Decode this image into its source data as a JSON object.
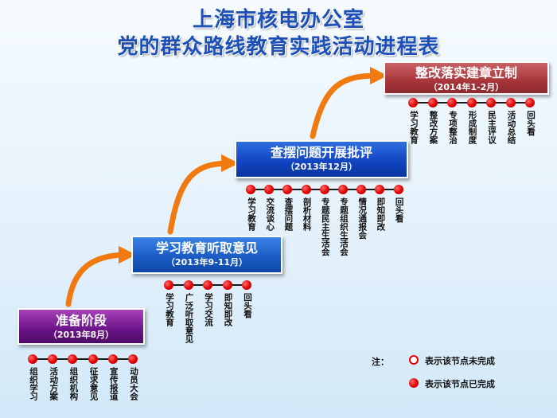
{
  "title": {
    "line1": "上海市核电办公室",
    "line2": "党的群众路线教育实践活动进程表"
  },
  "colors": {
    "title": "#1d4fb8",
    "arrow": "#f07a10",
    "node_done": "#e00000",
    "stage1": "#6a1488",
    "stage2": "#1a5dc6",
    "stage3": "#1245c2",
    "stage4": "#a8353a"
  },
  "stages": [
    {
      "name": "准备阶段",
      "period": "（2013年8月）",
      "nodes": [
        {
          "label": "组织学习",
          "status": "done"
        },
        {
          "label": "活动方案",
          "status": "done"
        },
        {
          "label": "组织机构",
          "status": "done"
        },
        {
          "label": "征求意见",
          "status": "done"
        },
        {
          "label": "宣传报道",
          "status": "done"
        },
        {
          "label": "动员大会",
          "status": "done"
        }
      ]
    },
    {
      "name": "学习教育听取意见",
      "period": "（2013年9-11月）",
      "nodes": [
        {
          "label": "学习教育",
          "status": "done"
        },
        {
          "label": "广泛听取意见",
          "status": "done"
        },
        {
          "label": "学习交流",
          "status": "done"
        },
        {
          "label": "即知即改",
          "status": "done"
        },
        {
          "label": "回头看",
          "status": "done"
        }
      ]
    },
    {
      "name": "查摆问题开展批评",
      "period": "（2013年12月）",
      "nodes": [
        {
          "label": "学习教育",
          "status": "done"
        },
        {
          "label": "交流谈心",
          "status": "done"
        },
        {
          "label": "查摆问题",
          "status": "done"
        },
        {
          "label": "剖析材料",
          "status": "done"
        },
        {
          "label": "专题民主生活会",
          "status": "done"
        },
        {
          "label": "专题组织生活会",
          "status": "done"
        },
        {
          "label": "情况通报会",
          "status": "done"
        },
        {
          "label": "即知即改",
          "status": "done"
        },
        {
          "label": "回头看",
          "status": "done"
        }
      ]
    },
    {
      "name": "整改落实建章立制",
      "period": "（2014年1-2月）",
      "nodes": [
        {
          "label": "学习教育",
          "status": "done"
        },
        {
          "label": "整改方案",
          "status": "done"
        },
        {
          "label": "专项整治",
          "status": "done"
        },
        {
          "label": "形成制度",
          "status": "done"
        },
        {
          "label": "民主评议",
          "status": "done"
        },
        {
          "label": "活动总结",
          "status": "done"
        },
        {
          "label": "回头看",
          "status": "done"
        }
      ]
    }
  ],
  "legend": {
    "label": "注：",
    "open_text": "表示该节点未完成",
    "done_text": "表示该节点已完成"
  }
}
